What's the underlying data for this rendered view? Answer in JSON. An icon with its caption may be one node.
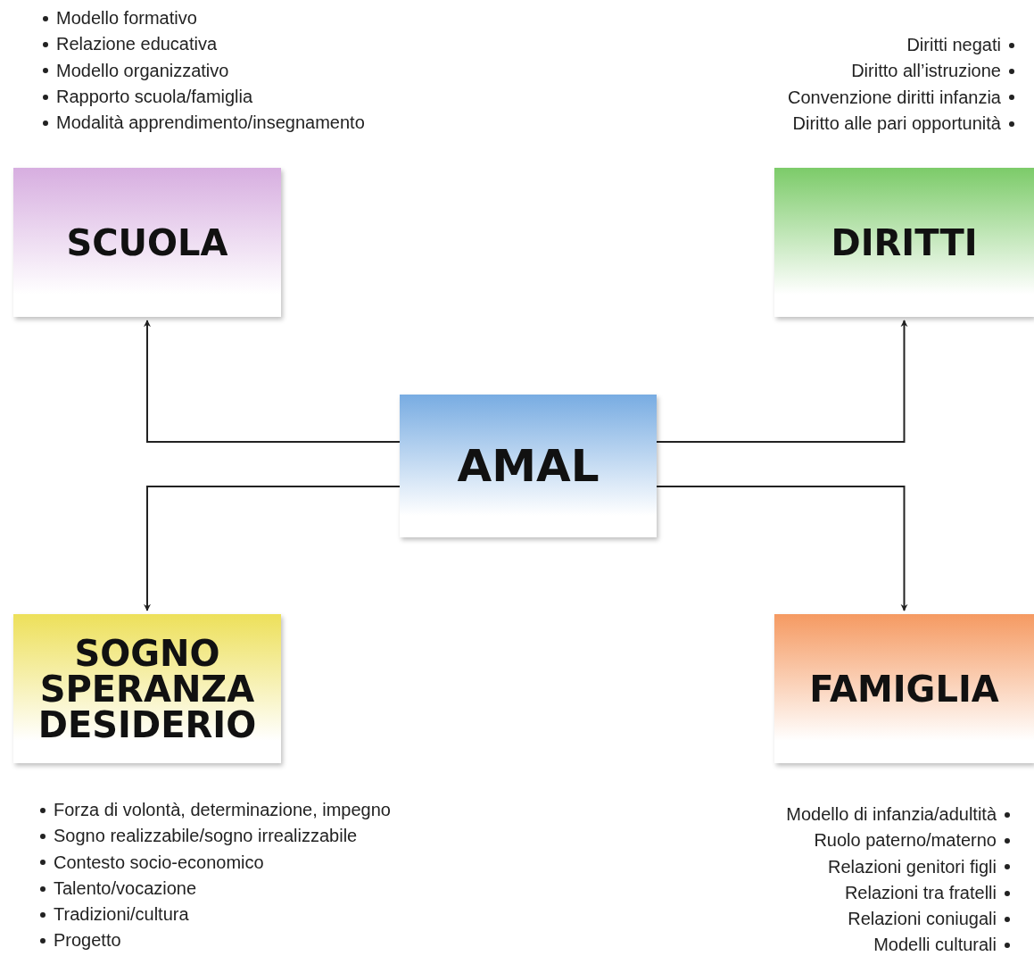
{
  "diagram": {
    "nodes": [
      {
        "text": [
          "AMAL"
        ]
      },
      {
        "text": [
          "SCUOLA"
        ],
        "beside": [
          "Modello formativo",
          "Relazione educativa",
          "Modello organizzativo",
          "Rapporto scuola/famiglia",
          "Modalità apprendimento/insegnamento"
        ]
      },
      {
        "text": [
          "DIRITTI"
        ],
        "beside": [
          "Diritti negati",
          "Diritto all’istruzione",
          "Convenzione diritti infanzia",
          "Diritto alle pari opportunità"
        ]
      },
      {
        "text": [
          "SOGNO SPERANZA DESIDERIO"
        ],
        "beside": [
          "Forza di volontà, determinazione, impegno",
          "Sogno realizzabile/sogno irrealizzabile",
          "Contesto socio-economico",
          "Talento/vocazione",
          "Tradizioni/cultura",
          "Progetto"
        ]
      },
      {
        "text": [
          "FAMIGLIA"
        ],
        "beside": [
          "Modello di infanzia/adultità",
          "Ruolo paterno/materno",
          "Relazioni genitori figli",
          "Relazioni tra fratelli",
          "Relazioni coniugali",
          "Modelli culturali"
        ]
      }
    ],
    "edges": [
      {
        "from": 0,
        "to": 1,
        "arrow": "to"
      },
      {
        "from": 0,
        "to": 2,
        "arrow": "to"
      },
      {
        "from": 0,
        "to": 3,
        "arrow": "to"
      },
      {
        "from": 0,
        "to": 4,
        "arrow": "to"
      }
    ]
  }
}
